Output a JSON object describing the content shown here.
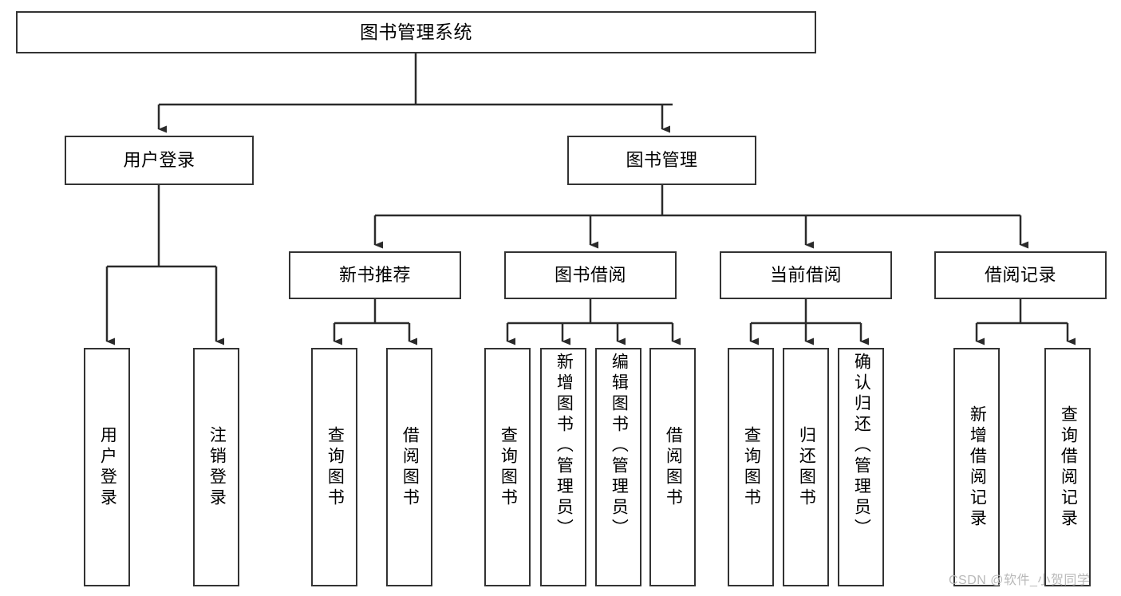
{
  "diagram": {
    "type": "tree",
    "title": "图书管理系统",
    "root": {
      "label": "图书管理系统"
    },
    "level2": [
      {
        "label": "用户登录"
      },
      {
        "label": "图书管理"
      }
    ],
    "level3": [
      {
        "label": "新书推荐"
      },
      {
        "label": "图书借阅"
      },
      {
        "label": "当前借阅"
      },
      {
        "label": "借阅记录"
      }
    ],
    "leaves": {
      "user_login": [
        {
          "label": "用户登录"
        },
        {
          "label": "注销登录"
        }
      ],
      "new_book_recommend": [
        {
          "label": "查询图书"
        },
        {
          "label": "借阅图书"
        }
      ],
      "book_borrow": [
        {
          "label": "查询图书"
        },
        {
          "label": "新增图书（管理员）"
        },
        {
          "label": "编辑图书（管理员）"
        },
        {
          "label": "借阅图书"
        }
      ],
      "current_borrow": [
        {
          "label": "查询图书"
        },
        {
          "label": "归还图书"
        },
        {
          "label": "确认归还（管理员）"
        }
      ],
      "borrow_record": [
        {
          "label": "新增借阅记录"
        },
        {
          "label": "查询借阅记录"
        }
      ]
    }
  },
  "watermark": {
    "text": "CSDN @软件_小贺同学"
  },
  "colors": {
    "border": "#333333",
    "background": "#ffffff",
    "text": "#000000",
    "watermark": "#b9b9b9"
  }
}
